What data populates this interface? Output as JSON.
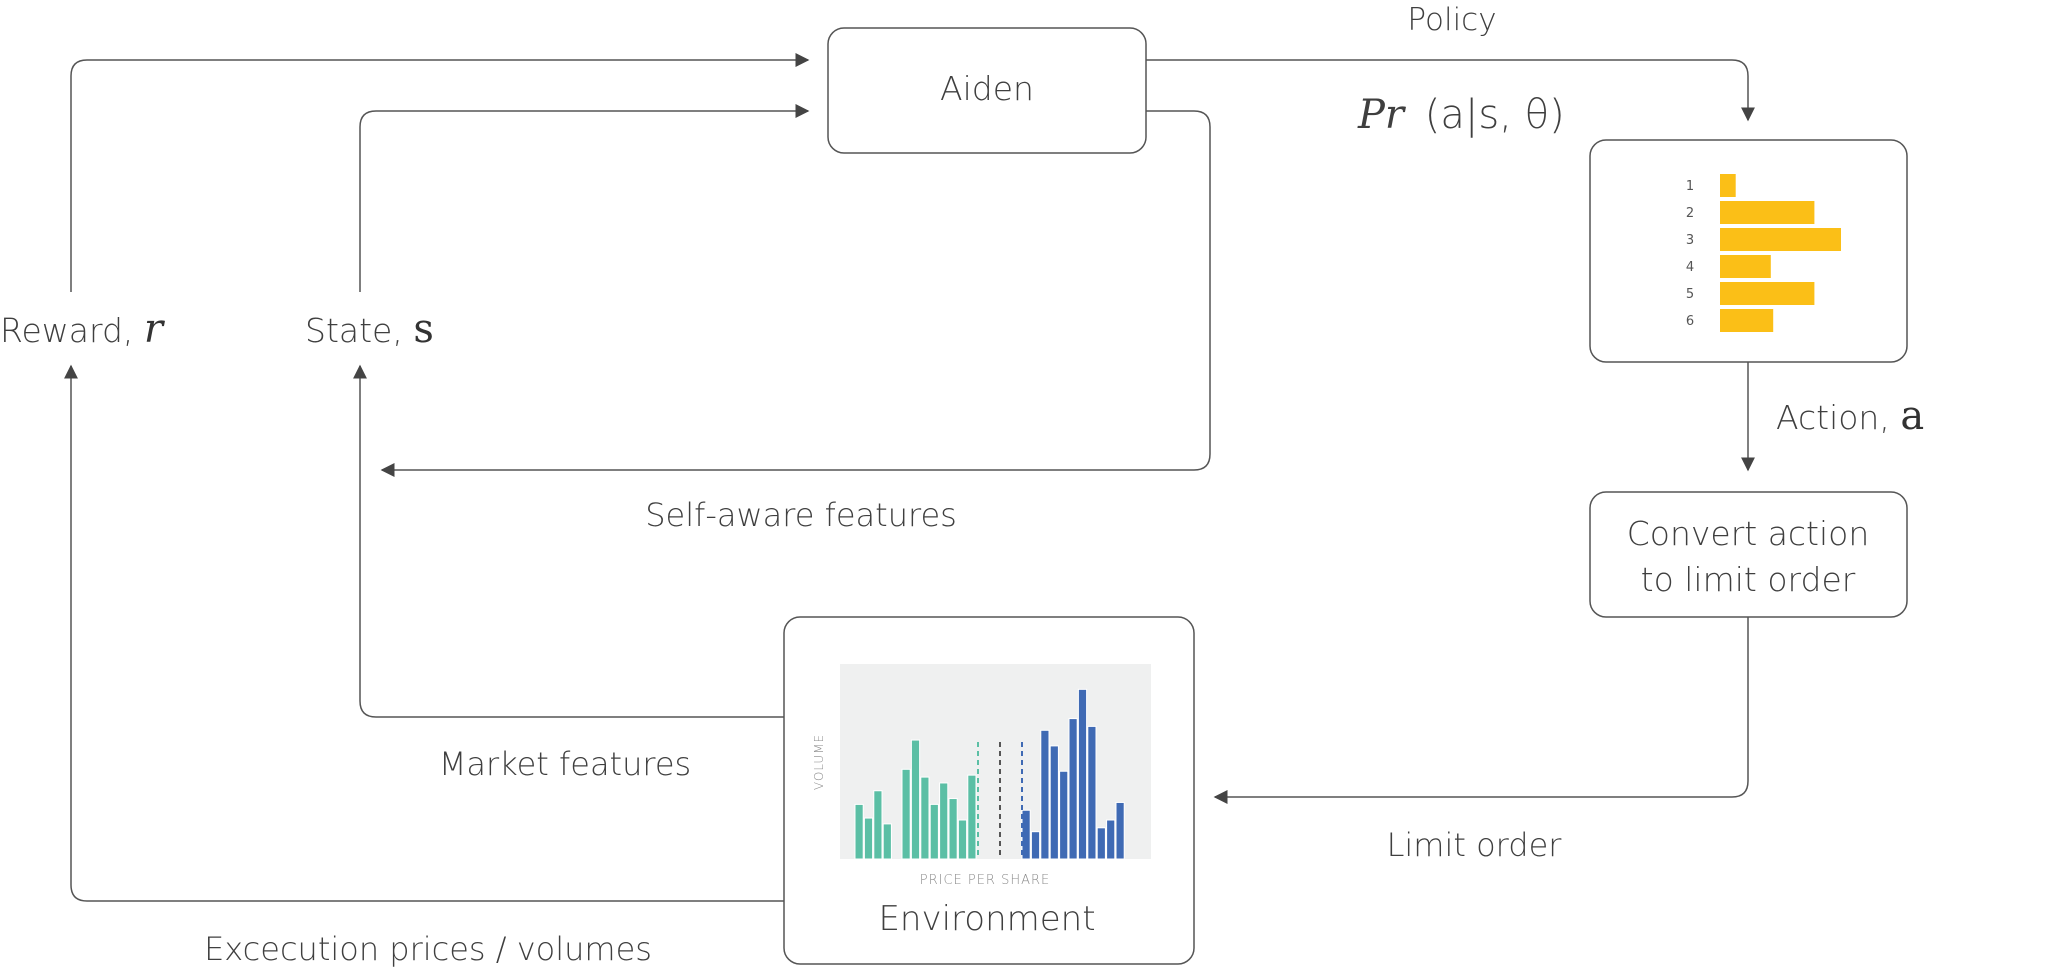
{
  "nodes": {
    "agent": "Aiden",
    "converter_line1": "Convert action",
    "converter_line2": "to limit order",
    "environment": "Environment"
  },
  "edges": {
    "policy": "Policy",
    "policy_formula_pr": "Pr",
    "policy_formula_args": "(a|s, θ)",
    "action_prefix": "Action, ",
    "action_symbol": "a",
    "limit_order": "Limit order",
    "market_features": "Market features",
    "self_aware_features": "Self-aware features",
    "execution": "Excecution prices / volumes",
    "reward_prefix": "Reward, ",
    "reward_symbol": "r",
    "state_prefix": "State, ",
    "state_symbol": "s"
  },
  "policy_distribution": {
    "actions": [
      "1",
      "2",
      "3",
      "4",
      "5",
      "6"
    ],
    "values": [
      0.13,
      0.78,
      1.0,
      0.42,
      0.78,
      0.44
    ],
    "color": "#fbbf17"
  },
  "order_book": {
    "xlabel": "PRICE PER SHARE",
    "ylabel": "VOLUME",
    "bid_color": "#5bbfa5",
    "ask_color": "#3f6ab4",
    "background": "#eff0f0",
    "bids": [
      0.28,
      0.21,
      0.35,
      0.18,
      0,
      0.46,
      0.61,
      0.42,
      0.28,
      0.39,
      0.31,
      0.2,
      0.43
    ],
    "asks": [
      0.25,
      0.14,
      0.66,
      0.58,
      0.45,
      0.72,
      0.87,
      0.68,
      0.16,
      0.2,
      0.29
    ]
  }
}
